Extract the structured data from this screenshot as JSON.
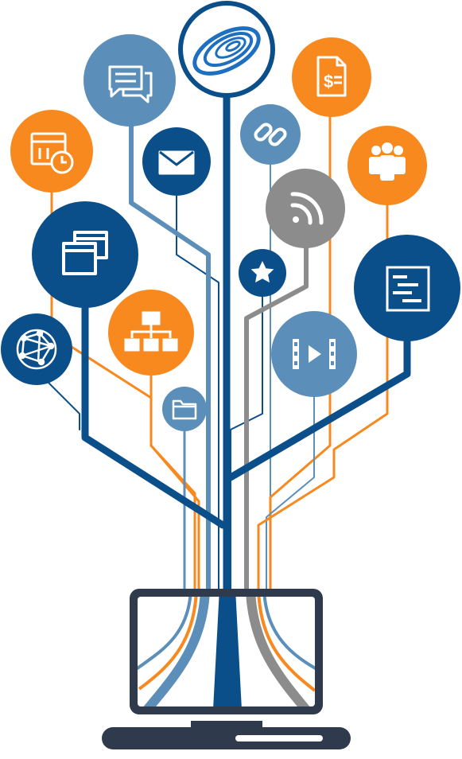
{
  "colors": {
    "navy": "#0b4f8a",
    "steel": "#5b8fb9",
    "orange": "#f7891f",
    "gray": "#8c8c8c",
    "laptop_frame": "#2f3b4c",
    "white": "#ffffff"
  },
  "nodes": [
    {
      "name": "logo-node",
      "icon": "swirl-logo-icon",
      "color": "white"
    },
    {
      "name": "chat-node",
      "icon": "chat-bubbles-icon",
      "color": "steel"
    },
    {
      "name": "invoice-node",
      "icon": "dollar-document-icon",
      "color": "orange"
    },
    {
      "name": "calendar-node",
      "icon": "calendar-clock-icon",
      "color": "orange"
    },
    {
      "name": "email-node",
      "icon": "envelope-icon",
      "color": "navy"
    },
    {
      "name": "link-node",
      "icon": "chain-link-icon",
      "color": "steel"
    },
    {
      "name": "team-node",
      "icon": "people-group-icon",
      "color": "orange"
    },
    {
      "name": "rss-node",
      "icon": "rss-feed-icon",
      "color": "gray"
    },
    {
      "name": "windows-node",
      "icon": "app-windows-icon",
      "color": "navy"
    },
    {
      "name": "star-node",
      "icon": "star-icon",
      "color": "navy"
    },
    {
      "name": "gantt-node",
      "icon": "gantt-chart-icon",
      "color": "navy"
    },
    {
      "name": "org-chart-node",
      "icon": "org-chart-icon",
      "color": "orange"
    },
    {
      "name": "network-node",
      "icon": "network-globe-icon",
      "color": "navy"
    },
    {
      "name": "video-node",
      "icon": "film-play-icon",
      "color": "steel"
    },
    {
      "name": "folder-node",
      "icon": "folder-icon",
      "color": "steel"
    }
  ],
  "device": {
    "icon": "laptop-icon"
  }
}
